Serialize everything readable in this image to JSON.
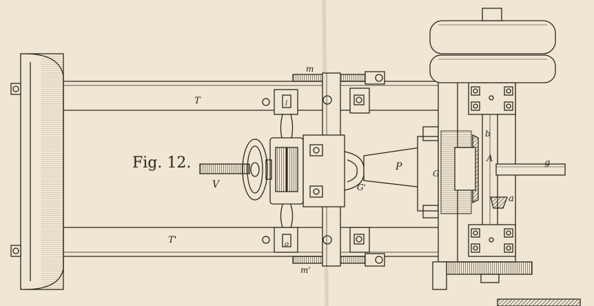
{
  "figure": {
    "caption": "Fig. 12.",
    "labels": {
      "T": "T",
      "T_prime": "T'",
      "m": "m",
      "m_prime": "m'",
      "V": "V",
      "P": "P",
      "G": "G",
      "G_prime": "G'",
      "A": "A",
      "a": "a",
      "b": "b",
      "g": "g",
      "l": "l",
      "o": "o"
    }
  },
  "colors": {
    "paper": "#efe6d3",
    "ink": "#2a241c",
    "ink_light": "#6b604f"
  }
}
